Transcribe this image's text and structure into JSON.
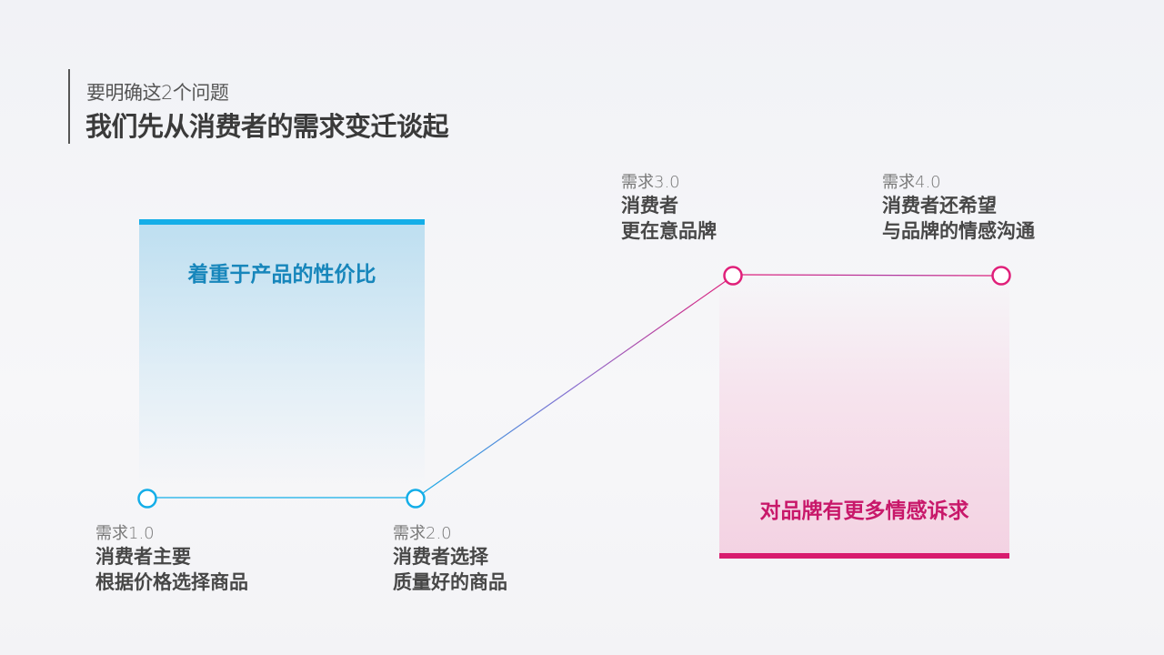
{
  "header": {
    "subtitle": "要明确这2个问题",
    "title": "我们先从消费者的需求变迁谈起"
  },
  "blue_box": {
    "text": "着重于产品的性价比",
    "color": "#14aee8"
  },
  "pink_box": {
    "text": "对品牌有更多情感诉求",
    "color": "#d81b6e"
  },
  "stages": [
    {
      "label": "需求1.0",
      "line1": "消费者主要",
      "line2": "根据价格选择商品"
    },
    {
      "label": "需求2.0",
      "line1": "消费者选择",
      "line2": "质量好的商品"
    },
    {
      "label": "需求3.0",
      "line1": "消费者",
      "line2": "更在意品牌"
    },
    {
      "label": "需求4.0",
      "line1": "消费者还希望",
      "line2": "与品牌的情感沟通"
    }
  ]
}
